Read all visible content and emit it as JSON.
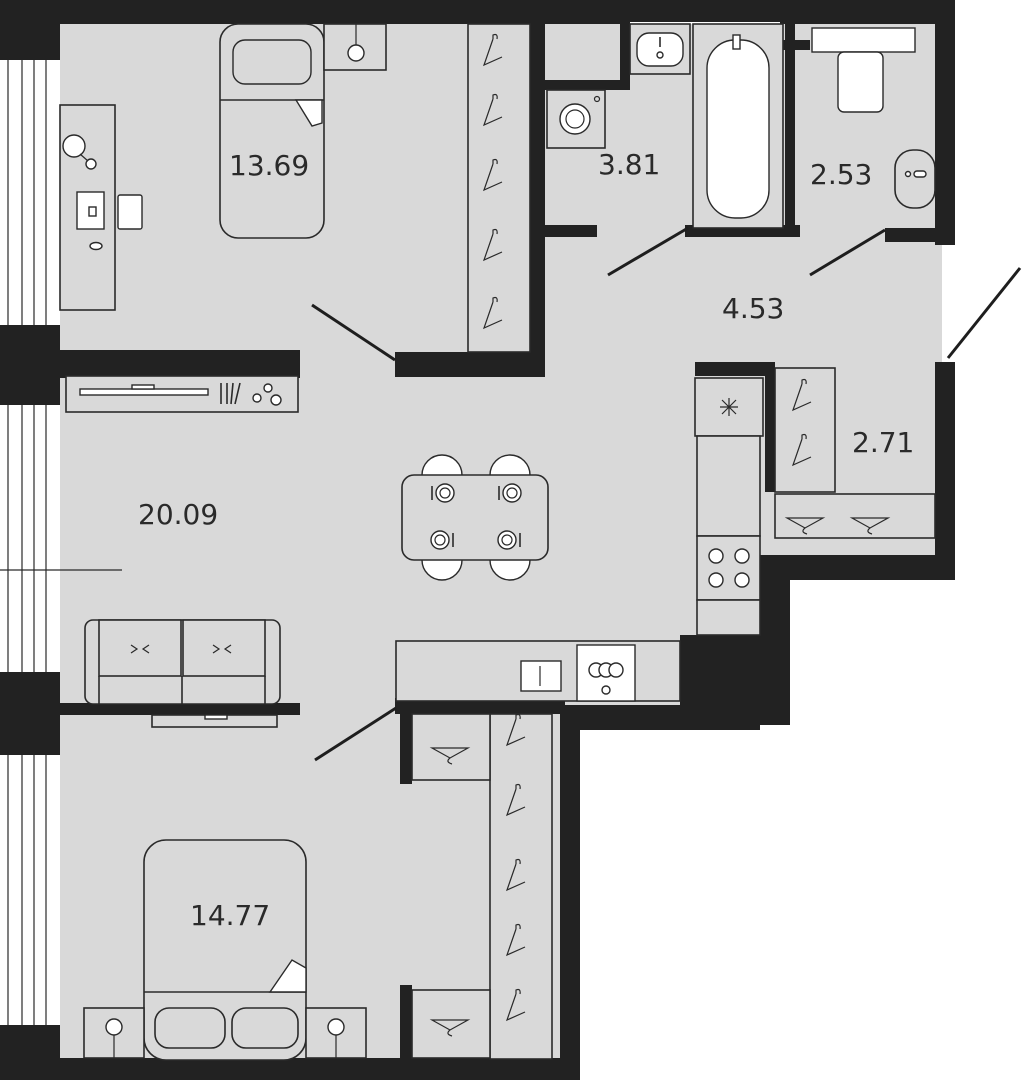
{
  "plan": {
    "rooms": [
      {
        "id": "bedroom-top",
        "area": "13.69"
      },
      {
        "id": "laundry",
        "area": "3.81"
      },
      {
        "id": "toilet",
        "area": "2.53"
      },
      {
        "id": "hall",
        "area": "4.53"
      },
      {
        "id": "storage",
        "area": "2.71"
      },
      {
        "id": "living-kitchen",
        "area": "20.09"
      },
      {
        "id": "bedroom-bottom",
        "area": "14.77"
      }
    ],
    "colors": {
      "wall": "#222222",
      "floor": "#d9d9d9",
      "line": "#2a2a2a",
      "background": "#ffffff"
    }
  }
}
